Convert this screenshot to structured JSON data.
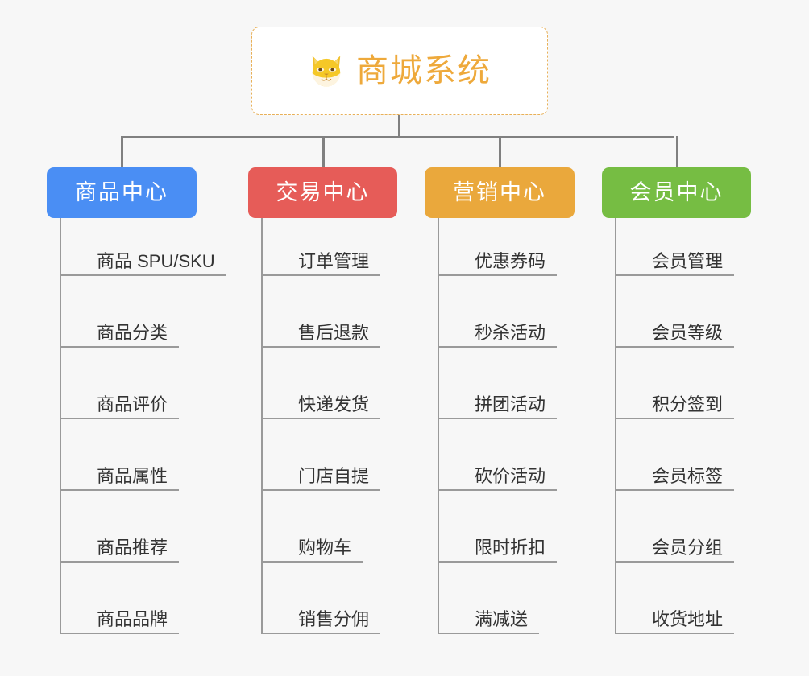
{
  "canvas": {
    "background": "#f7f7f7",
    "line_color": "#808080",
    "leaf_line_color": "#9a9a9a"
  },
  "root": {
    "label": "商城系统",
    "icon": "shiba-dog-face-icon",
    "text_color": "#eea93b",
    "border_color": "#e8b058",
    "background": "#ffffff"
  },
  "branches": [
    {
      "label": "商品中心",
      "color": "#4a8ef4",
      "items": [
        "商品 SPU/SKU",
        "商品分类",
        "商品评价",
        "商品属性",
        "商品推荐",
        "商品品牌"
      ]
    },
    {
      "label": "交易中心",
      "color": "#e65c58",
      "items": [
        "订单管理",
        "售后退款",
        "快递发货",
        "门店自提",
        "购物车",
        "销售分佣"
      ]
    },
    {
      "label": "营销中心",
      "color": "#eaa83c",
      "items": [
        "优惠券码",
        "秒杀活动",
        "拼团活动",
        "砍价活动",
        "限时折扣",
        "满减送"
      ]
    },
    {
      "label": "会员中心",
      "color": "#76bd43",
      "items": [
        "会员管理",
        "会员等级",
        "积分签到",
        "会员标签",
        "会员分组",
        "收货地址"
      ]
    }
  ]
}
